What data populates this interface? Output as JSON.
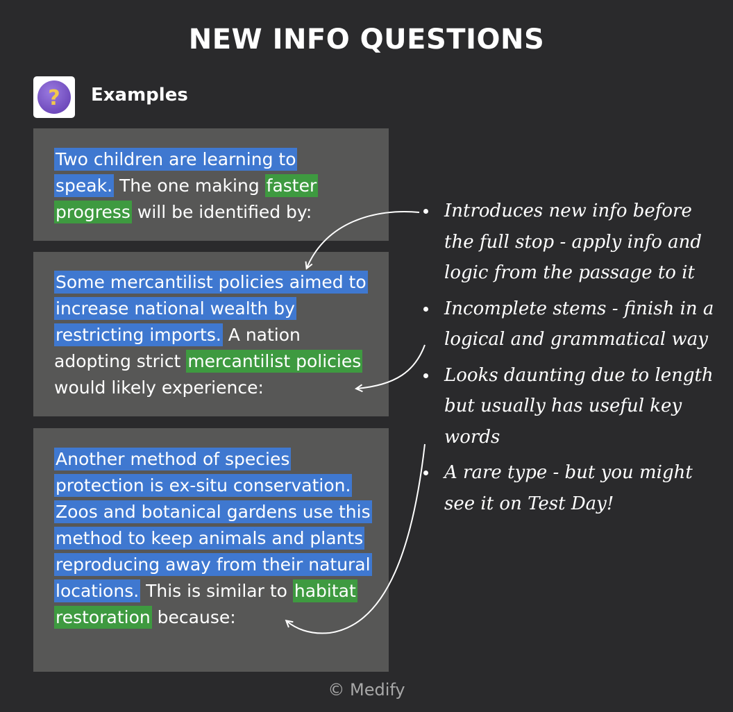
{
  "title": "NEW INFO QUESTIONS",
  "section": {
    "label": "Examples",
    "icon": "question-mark-icon",
    "icon_glyph": "?"
  },
  "colors": {
    "background": "#2a2a2c",
    "card": "#575756",
    "highlight_blue": "#3f78d0",
    "highlight_green": "#3e9a40",
    "icon_purple": "#7a55c8",
    "icon_gold": "#f2c94c"
  },
  "examples": [
    {
      "blue": "Two children are learning to speak.",
      "plain_1": " The one making ",
      "green": "faster progress",
      "plain_2": " will be identified by:"
    },
    {
      "blue": "Some mercantilist policies aimed to increase national wealth by restricting imports.",
      "plain_1": " A nation adopting strict ",
      "green": "mercantilist policies",
      "plain_2": " would likely experience:"
    },
    {
      "blue": "Another method of species protection is ex-situ conservation. Zoos and botanical gardens use this method to keep animals and plants reproducing away from their natural locations.",
      "plain_1": " This is similar to ",
      "green": "habitat restoration",
      "plain_2": " because:"
    }
  ],
  "notes": [
    "Introduces new info before the full stop - apply info and logic from the passage to it",
    "Incomplete stems - finish in a logical and grammatical way",
    "Looks daunting due to length but usually has useful key words",
    "A rare type - but you might see it on Test Day!"
  ],
  "footer": "© Medify"
}
